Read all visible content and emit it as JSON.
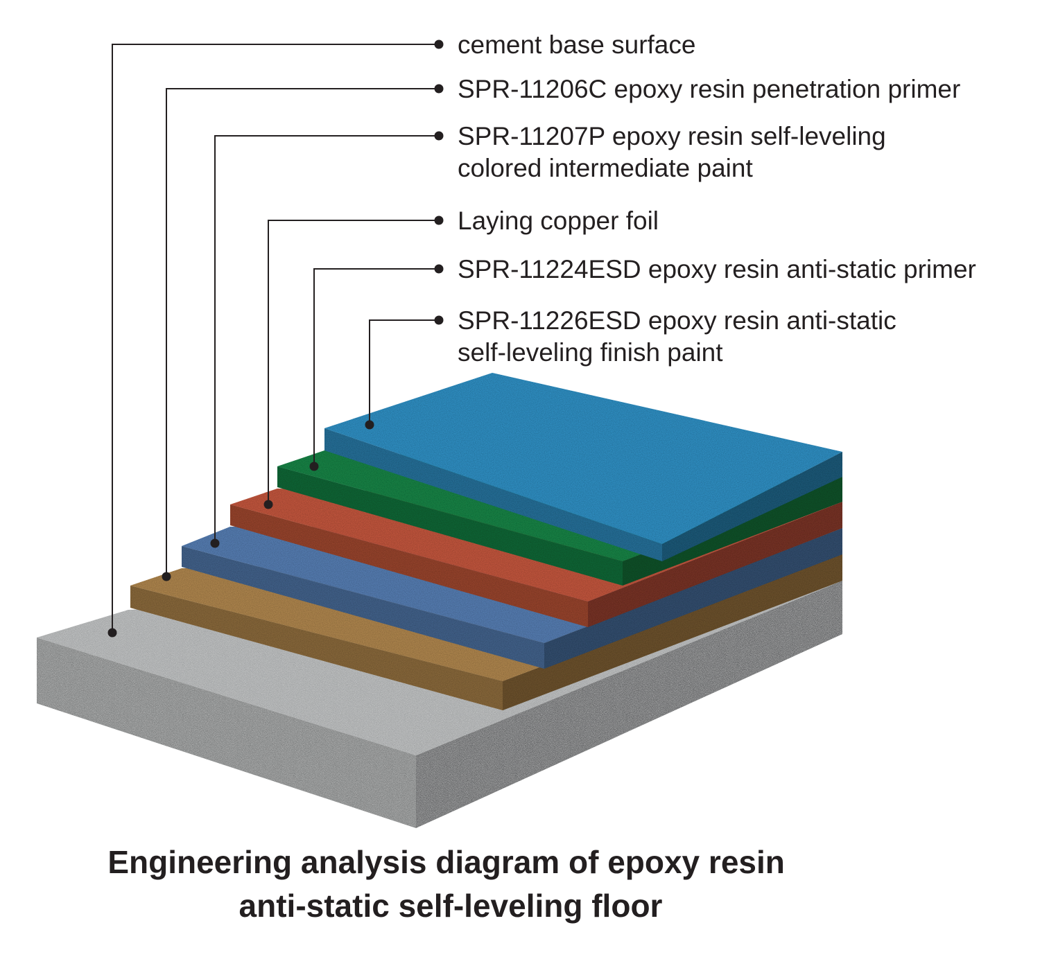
{
  "diagram": {
    "layers": [
      {
        "id": "cement",
        "lines": [
          "cement base surface"
        ],
        "color": "#a3a5a6"
      },
      {
        "id": "primer",
        "lines": [
          "SPR-11206C epoxy resin penetration primer"
        ],
        "color": "#b88d52"
      },
      {
        "id": "intermediate",
        "lines": [
          "SPR-11207P epoxy resin self-leveling",
          "colored intermediate paint"
        ],
        "color": "#5b84bb"
      },
      {
        "id": "copper",
        "lines": [
          "Laying copper foil"
        ],
        "color": "#cc5c42"
      },
      {
        "id": "esd-primer",
        "lines": [
          "SPR-11224ESD epoxy resin anti-static primer"
        ],
        "color": "#1f8a4c"
      },
      {
        "id": "esd-finish",
        "lines": [
          "SPR-11226ESD epoxy resin anti-static",
          "self-leveling finish paint"
        ],
        "color": "#3597cd"
      }
    ],
    "title": [
      "Engineering analysis diagram of epoxy resin",
      "anti-static self-leveling floor"
    ]
  }
}
